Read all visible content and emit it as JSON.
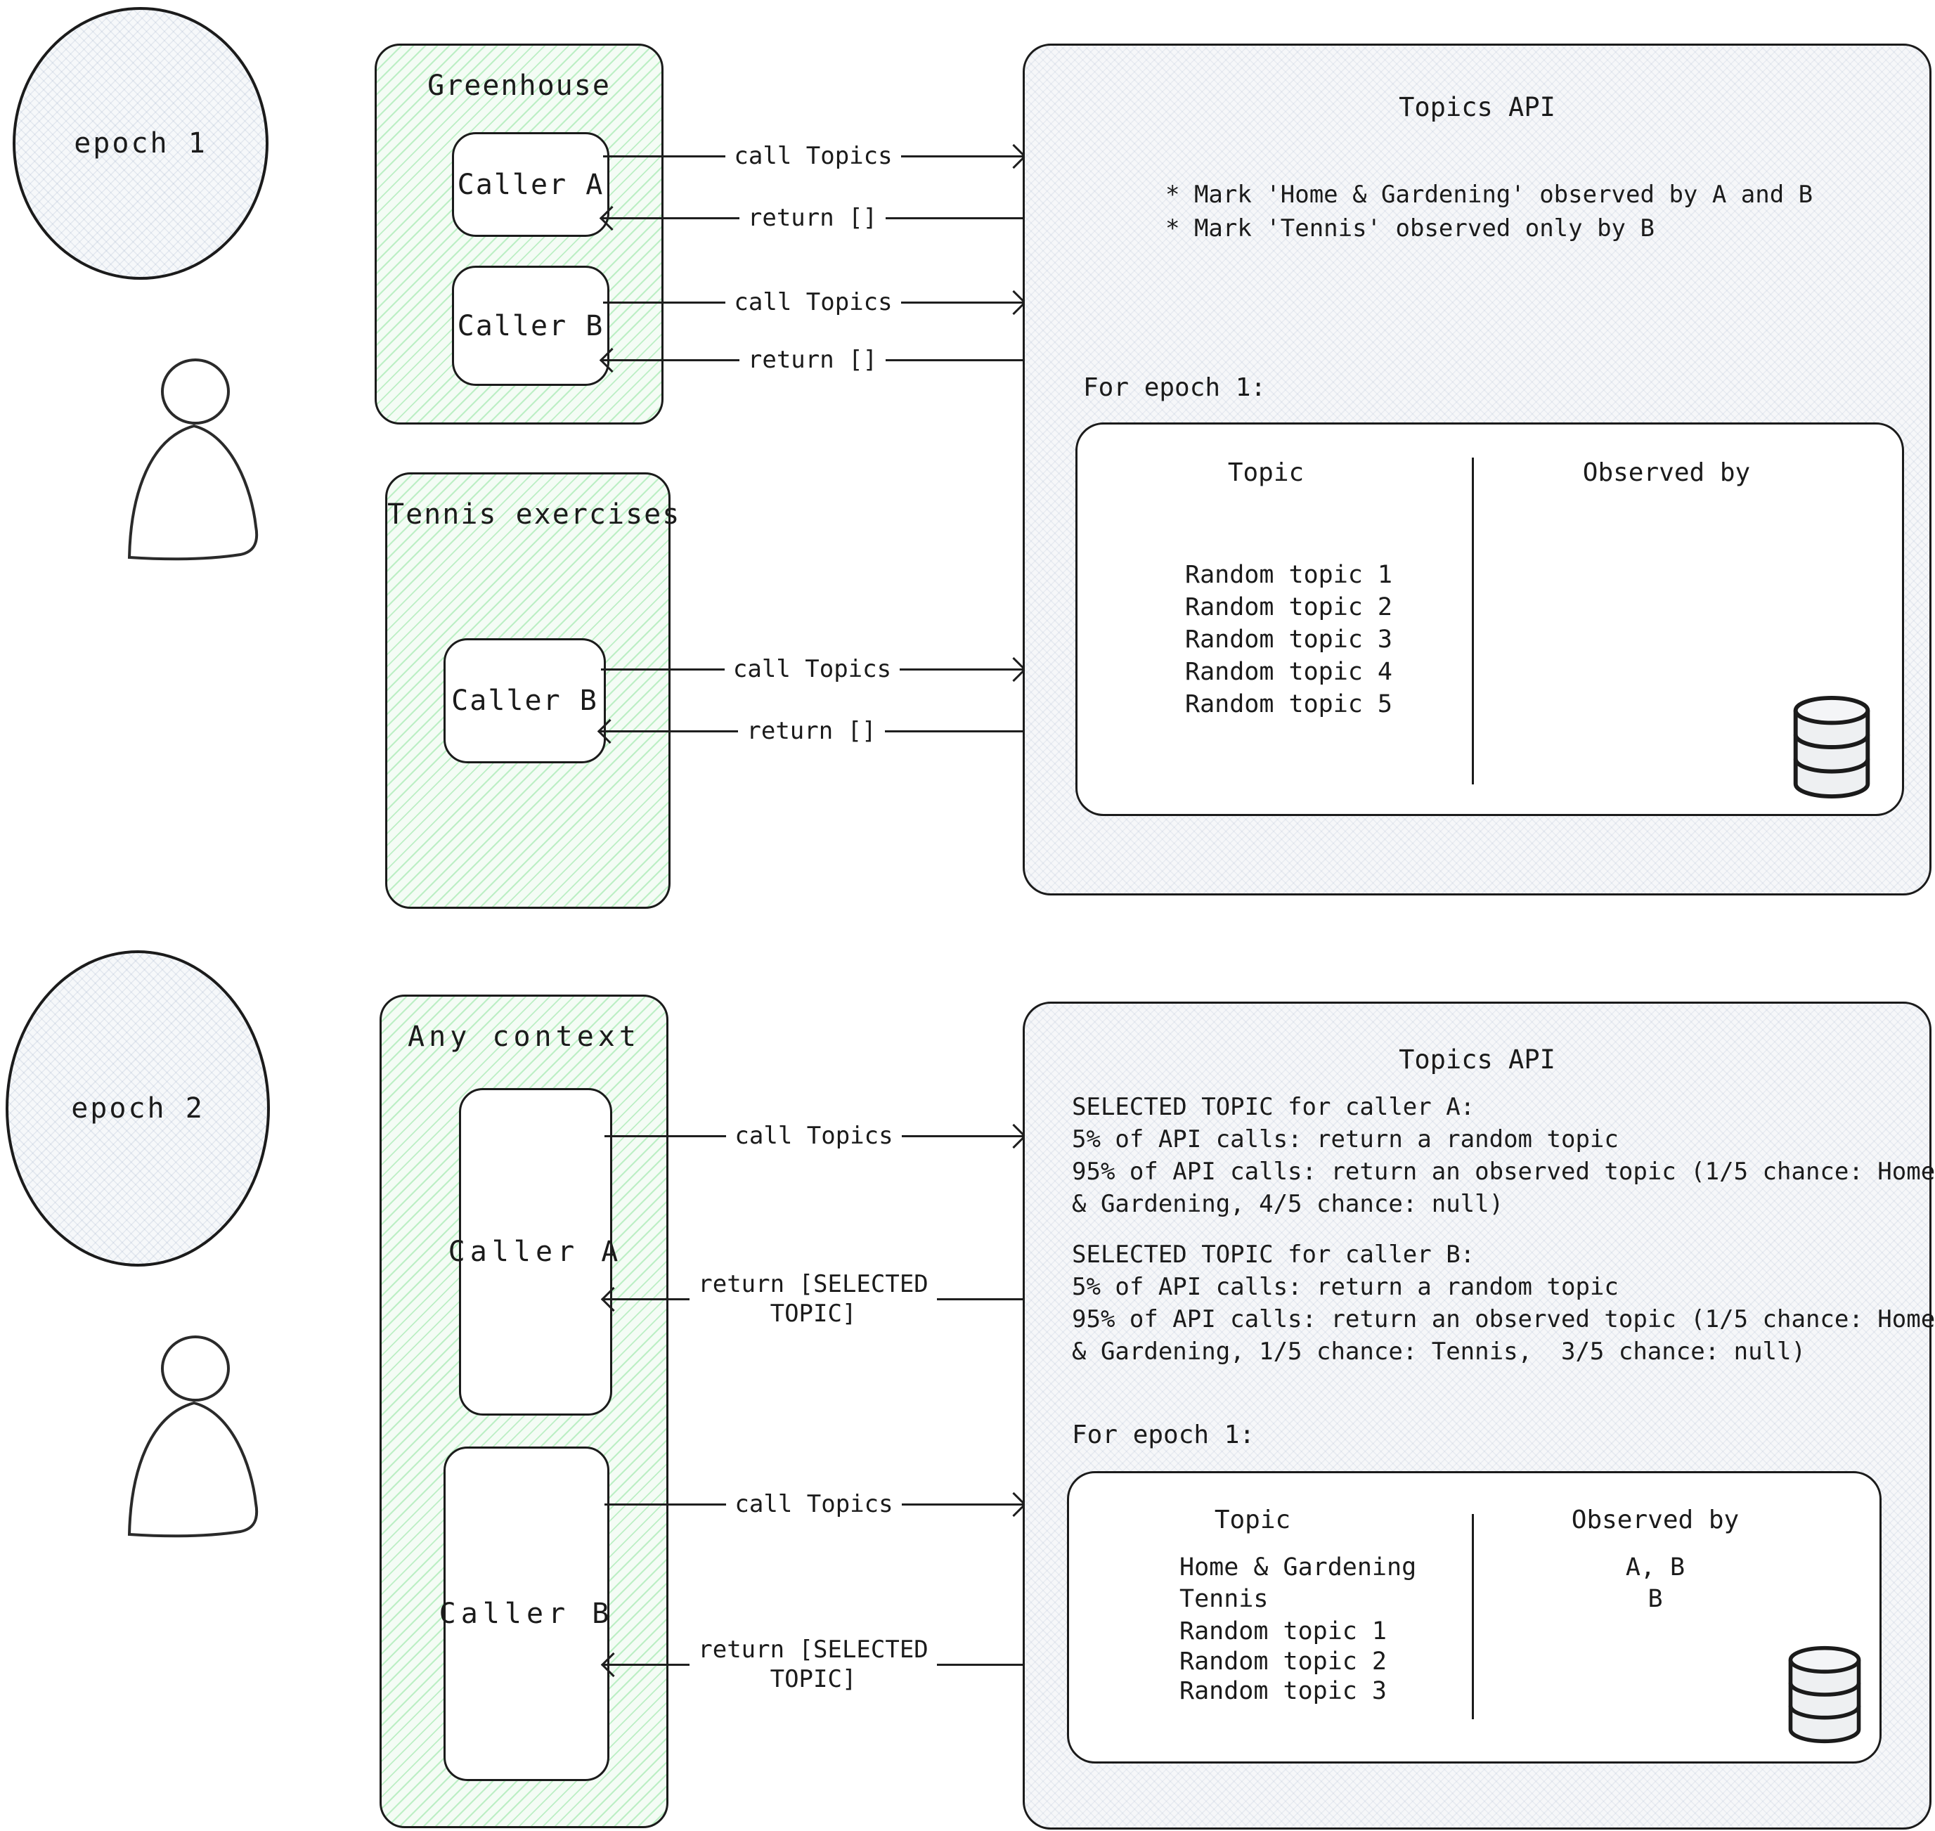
{
  "colors": {
    "box_border": "#1b1b1b",
    "green_hatch": "#69db7c",
    "green_fill": "#f4fcf5",
    "panel_fill": "#f6f7f9",
    "panel_hatch": "#a0afc8",
    "white_box": "#ffffff"
  },
  "epoch1": {
    "label": "epoch 1",
    "greenhouse": {
      "title": "Greenhouse",
      "caller_a": "Caller A",
      "caller_b": "Caller B"
    },
    "tennis": {
      "title": "Tennis exercises",
      "caller_b": "Caller B"
    },
    "arrows": {
      "call": "call Topics",
      "ret": "return []"
    },
    "api": {
      "title": "Topics API",
      "notes": [
        "* Mark 'Home & Gardening' observed by A and B",
        "* Mark 'Tennis' observed only by B"
      ],
      "caption": "For epoch 1:",
      "table": {
        "col_topic": "Topic",
        "col_observed": "Observed by",
        "rows": [
          {
            "topic": "Random topic 1",
            "observed": ""
          },
          {
            "topic": "Random topic 2",
            "observed": ""
          },
          {
            "topic": "Random topic 3",
            "observed": ""
          },
          {
            "topic": "Random topic 4",
            "observed": ""
          },
          {
            "topic": "Random topic 5",
            "observed": ""
          }
        ]
      }
    }
  },
  "epoch2": {
    "label": "epoch 2",
    "context": {
      "title": "Any context",
      "caller_a": "Caller A",
      "caller_b": "Caller B"
    },
    "arrows": {
      "call": "call Topics",
      "ret_line1": "return [SELECTED",
      "ret_line2": "TOPIC]"
    },
    "api": {
      "title": "Topics API",
      "selected_a_lines": [
        "SELECTED TOPIC for caller A:",
        "5% of API calls: return a random topic",
        "95% of API calls: return an observed topic (1/5 chance: Home",
        "& Gardening, 4/5 chance: null)"
      ],
      "selected_b_lines": [
        "SELECTED TOPIC for caller B:",
        "5% of API calls: return a random topic",
        "95% of API calls: return an observed topic (1/5 chance: Home",
        "& Gardening, 1/5 chance: Tennis,  3/5 chance: null)"
      ],
      "caption": "For epoch 1:",
      "table": {
        "col_topic": "Topic",
        "col_observed": "Observed by",
        "rows": [
          {
            "topic": "Home & Gardening",
            "observed": "A, B"
          },
          {
            "topic": "Tennis",
            "observed": "B"
          },
          {
            "topic": "Random topic 1",
            "observed": ""
          },
          {
            "topic": "Random topic 2",
            "observed": ""
          },
          {
            "topic": "Random topic 3",
            "observed": ""
          }
        ]
      }
    }
  }
}
